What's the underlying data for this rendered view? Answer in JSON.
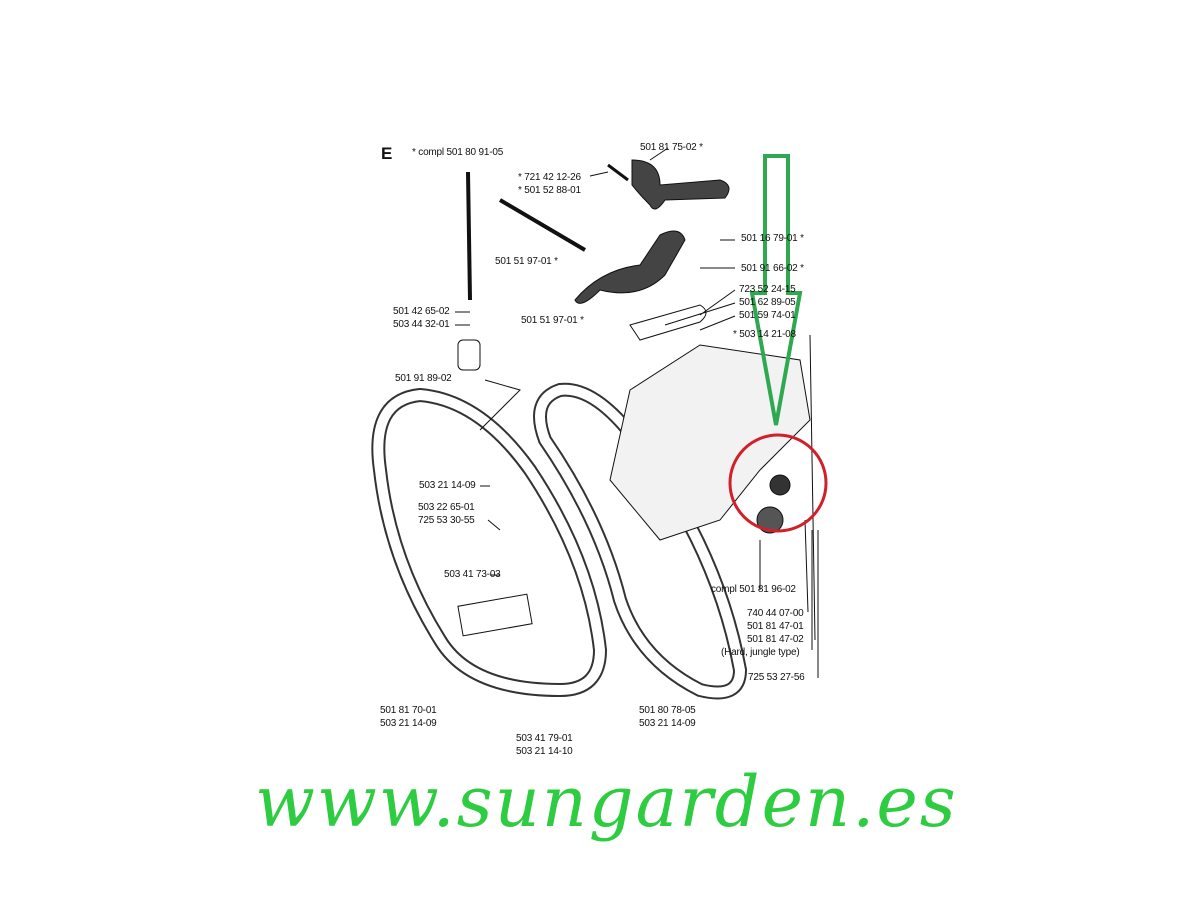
{
  "diagram": {
    "section_letter": "E",
    "labels": [
      {
        "id": "compl-top",
        "text": "*  compl 501 80 91-05"
      },
      {
        "id": "p1",
        "text": "501 81 75-02  *"
      },
      {
        "id": "p2",
        "text": "*  721 42 12-26"
      },
      {
        "id": "p3",
        "text": "*  501 52 88-01"
      },
      {
        "id": "p4",
        "text": "501 16 79-01  *"
      },
      {
        "id": "p5",
        "text": "501 51 97-01  *"
      },
      {
        "id": "p6",
        "text": "501 91 66-02  *"
      },
      {
        "id": "p7",
        "text": "723 52 24-15"
      },
      {
        "id": "p8",
        "text": "501 62 89-05"
      },
      {
        "id": "p9",
        "text": "501 59 74-01"
      },
      {
        "id": "p10",
        "text": "*  503 14 21-08"
      },
      {
        "id": "p11",
        "text": "501 42 65-02"
      },
      {
        "id": "p12",
        "text": "503 44 32-01"
      },
      {
        "id": "p13",
        "text": "501 51 97-01  *"
      },
      {
        "id": "p14",
        "text": "501 91 89-02"
      },
      {
        "id": "p15",
        "text": "503 21 14-09"
      },
      {
        "id": "p16",
        "text": "503 22 65-01"
      },
      {
        "id": "p17",
        "text": "725 53 30-55"
      },
      {
        "id": "p18",
        "text": "503 41 73-03"
      },
      {
        "id": "p19",
        "text": "compl 501 81 96-02"
      },
      {
        "id": "p20",
        "text": "740 44 07-00"
      },
      {
        "id": "p21",
        "text": "501 81 47-01"
      },
      {
        "id": "p22",
        "text": "501 81 47-02"
      },
      {
        "id": "p23",
        "text": "(Hard, jungle type)"
      },
      {
        "id": "p24",
        "text": "725 53 27-56"
      },
      {
        "id": "p25",
        "text": "501 81 70-01"
      },
      {
        "id": "p26",
        "text": "503 21 14-09"
      },
      {
        "id": "p27",
        "text": "503 41 79-01"
      },
      {
        "id": "p28",
        "text": "503 21 14-10"
      },
      {
        "id": "p29",
        "text": "501 80 78-05"
      },
      {
        "id": "p30",
        "text": "503 21 14-09"
      }
    ],
    "watermark": "www.sungarden.es",
    "colors": {
      "arrow": "#2fa84f",
      "circle": "#d0202a",
      "watermark": "#2ecc40"
    }
  }
}
